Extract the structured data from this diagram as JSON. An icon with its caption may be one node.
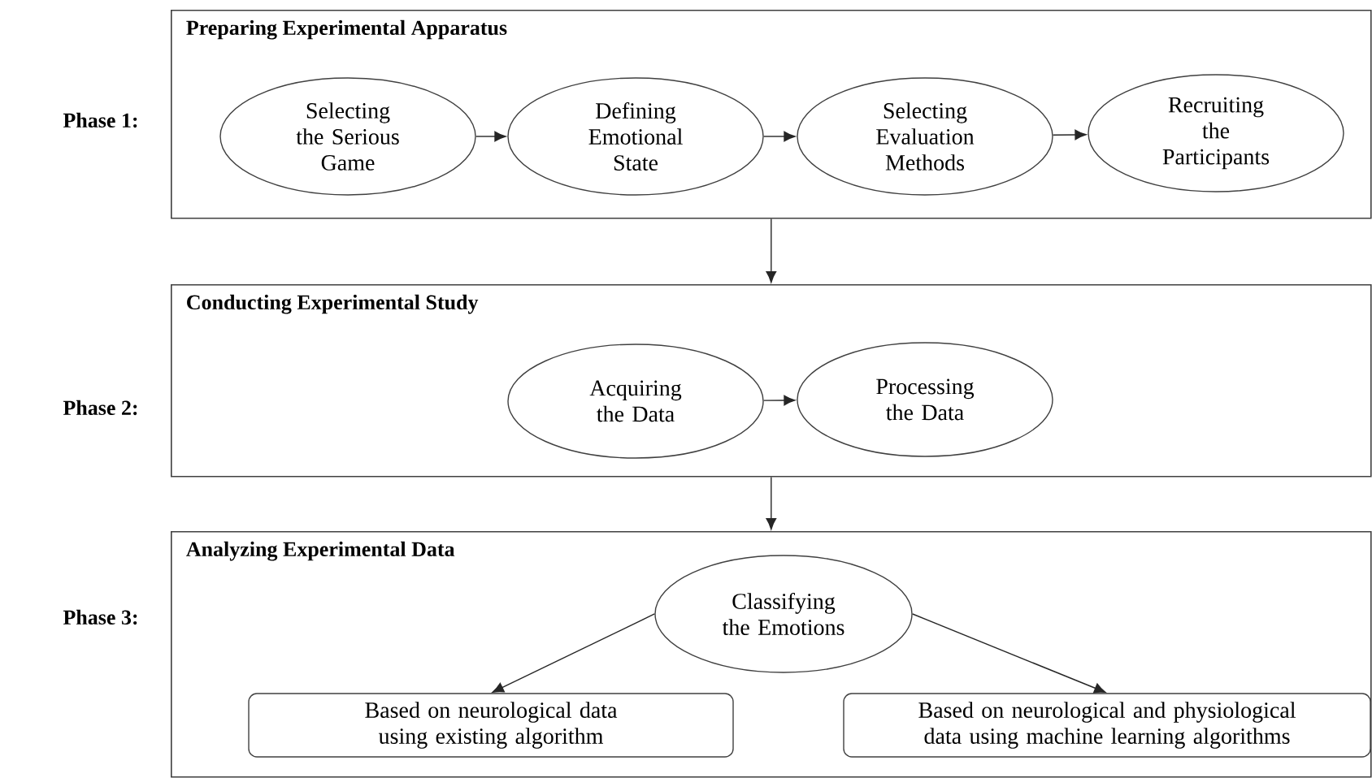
{
  "diagram": {
    "nodes": [
      {
        "text": [
          "Preparing Experimental Apparatus"
        ]
      },
      {
        "text": [
          "Selecting the Serious Game"
        ],
        "in": 0
      },
      {
        "text": [
          "Defining Emotional State"
        ],
        "in": 0
      },
      {
        "text": [
          "Selecting Evaluation Methods"
        ],
        "in": 0
      },
      {
        "text": [
          "Recruiting the Participants"
        ],
        "in": 0
      },
      {
        "text": [
          "Conducting Experimental Study"
        ]
      },
      {
        "text": [
          "Acquiring the Data"
        ],
        "in": 5
      },
      {
        "text": [
          "Processing the Data"
        ],
        "in": 5
      },
      {
        "text": [
          "Analyzing Experimental Data"
        ]
      },
      {
        "text": [
          "Classifying the Emotions"
        ],
        "in": 8
      },
      {
        "text": [
          "Based on neurological data using existing algorithm"
        ],
        "in": 8
      },
      {
        "text": [
          "Based on neurological  and physiological data using machine learning algorithms"
        ],
        "in": 8
      }
    ],
    "edges": [
      {
        "from": 1,
        "to": 2,
        "arrow": "to"
      },
      {
        "from": 2,
        "to": 3,
        "arrow": "to"
      },
      {
        "from": 3,
        "to": 4,
        "arrow": "to"
      },
      {
        "from": 0,
        "to": 5,
        "arrow": "to"
      },
      {
        "from": 6,
        "to": 7,
        "arrow": "to"
      },
      {
        "from": 5,
        "to": 8,
        "arrow": "to"
      },
      {
        "from": 9,
        "to": 10,
        "arrow": "to"
      },
      {
        "from": 9,
        "to": 11,
        "arrow": "to"
      }
    ],
    "labels": [
      "Phase 1:",
      "Phase 2:",
      "Phase 3:"
    ]
  }
}
